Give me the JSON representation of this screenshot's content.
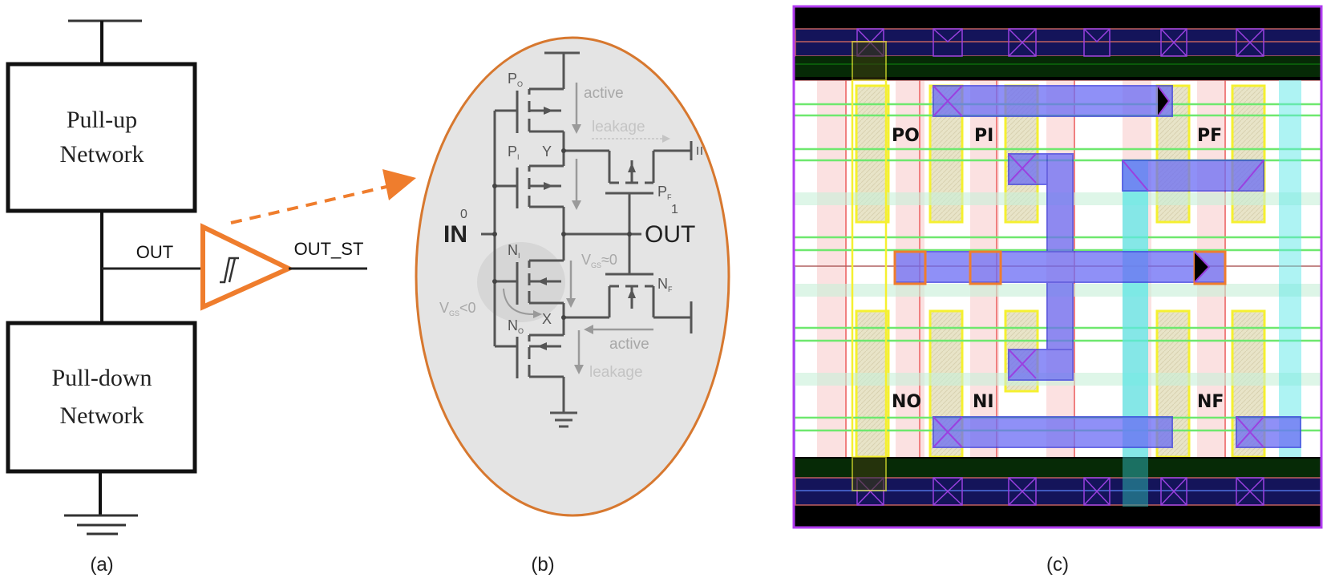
{
  "panel_a": {
    "pullup_line1": "Pull-up",
    "pullup_line2": "Network",
    "pulldown_line1": "Pull-down",
    "pulldown_line2": "Network",
    "out_label": "OUT",
    "out_st_label": "OUT_ST",
    "caption": "(a)"
  },
  "panel_b": {
    "p0": "P",
    "p0_sub": "O",
    "pi": "P",
    "pi_sub": "I",
    "pf": "P",
    "pf_sub": "F",
    "ni": "N",
    "ni_sub": "I",
    "n0": "N",
    "n0_sub": "O",
    "nf": "N",
    "nf_sub": "F",
    "node_y": "Y",
    "node_x": "X",
    "in_label": "IN",
    "in_value": "0",
    "out_label": "OUT",
    "out_value": "1",
    "active_top": "active",
    "leakage_top": "leakage",
    "active_bottom": "active",
    "leakage_bottom": "leakage",
    "vgs_eq": "V",
    "vgs_eq_sub": "GS",
    "vgs_eq_tail": "≈0",
    "vgs_lt": "V",
    "vgs_lt_sub": "GS",
    "vgs_lt_tail": "<0",
    "caption": "(b)"
  },
  "panel_c": {
    "labels": [
      "PO",
      "PI",
      "PF",
      "NO",
      "NI",
      "NF"
    ],
    "caption": "(c)"
  },
  "colors": {
    "accent_orange": "#ef7d2d",
    "ellipse_fill": "#e4e4e4",
    "layout_border": "#b13cf0"
  }
}
